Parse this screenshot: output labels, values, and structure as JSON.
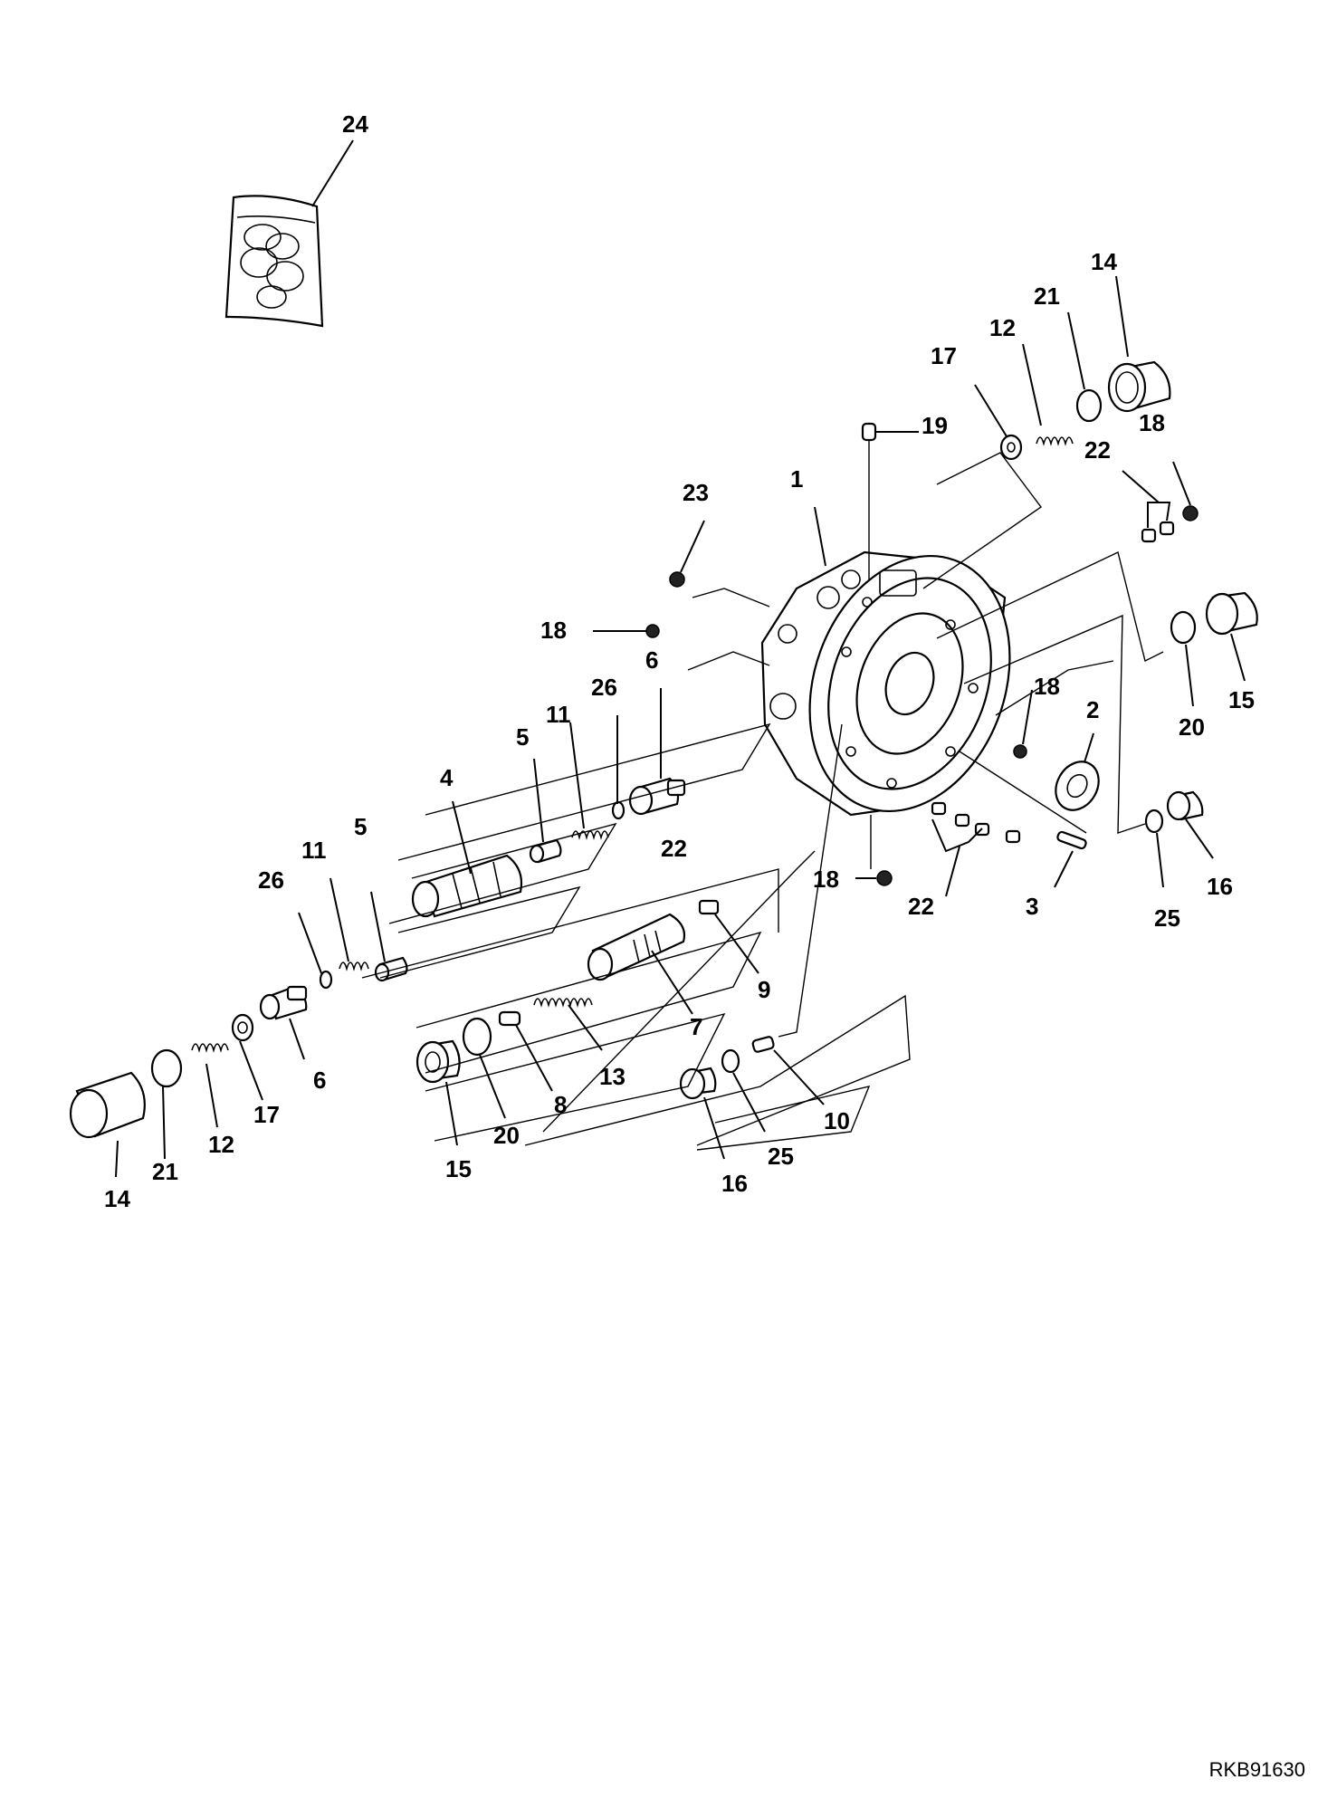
{
  "drawing_code": "RKB91630",
  "callouts": {
    "c1": "1",
    "c2": "2",
    "c3": "3",
    "c4": "4",
    "c5a": "5",
    "c5b": "5",
    "c6a": "6",
    "c6b": "6",
    "c7": "7",
    "c8": "8",
    "c9": "9",
    "c10": "10",
    "c11a": "11",
    "c11b": "11",
    "c12a": "12",
    "c12b": "12",
    "c13": "13",
    "c14a": "14",
    "c14b": "14",
    "c15a": "15",
    "c15b": "15",
    "c16a": "16",
    "c16b": "16",
    "c17a": "17",
    "c17b": "17",
    "c18a": "18",
    "c18b": "18",
    "c18c": "18",
    "c18d": "18",
    "c19": "19",
    "c20a": "20",
    "c20b": "20",
    "c21a": "21",
    "c21b": "21",
    "c22a": "22",
    "c22b": "22",
    "c22c": "22",
    "c23": "23",
    "c24": "24",
    "c25a": "25",
    "c25b": "25",
    "c26a": "26",
    "c26b": "26"
  }
}
